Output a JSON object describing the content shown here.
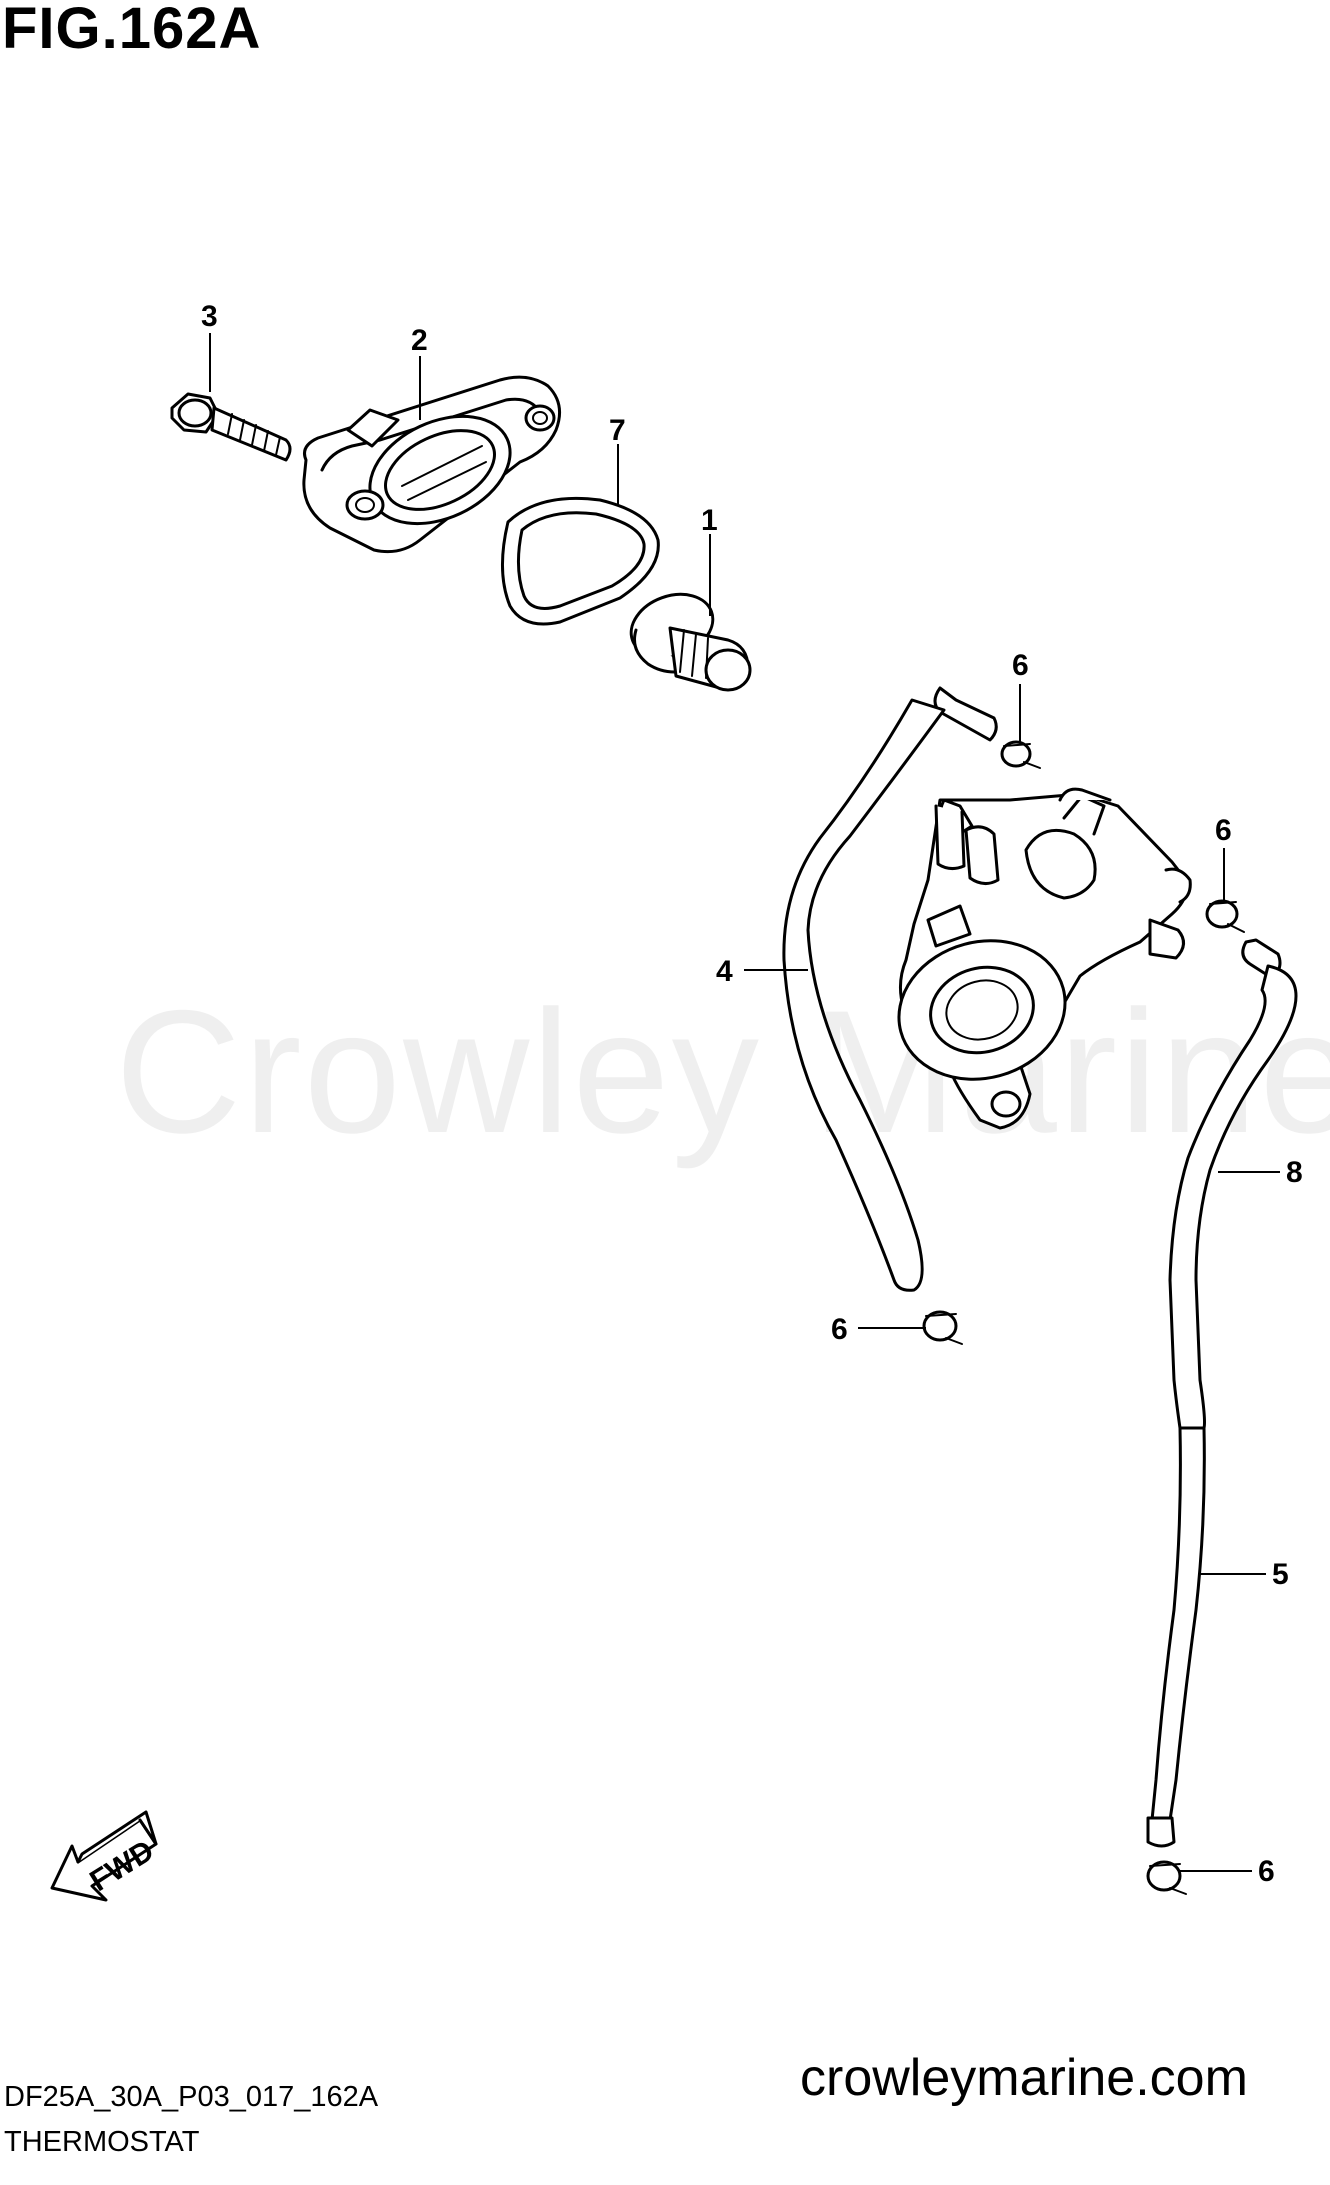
{
  "figure_title": "FIG.162A",
  "watermark": "Crowley Marine",
  "website": "crowleymarine.com",
  "diagram_code": "DF25A_30A_P03_017_162A",
  "section_name": "THERMOSTAT",
  "fwd_label": "FWD",
  "callouts": {
    "c1": "1",
    "c2": "2",
    "c3": "3",
    "c4": "4",
    "c5": "5",
    "c6a": "6",
    "c6b": "6",
    "c6c": "6",
    "c6d": "6",
    "c7": "7",
    "c8": "8"
  },
  "parts": [
    "thermostat",
    "thermostat-cover",
    "bolt",
    "hose",
    "hose",
    "clip",
    "gasket",
    "hose"
  ]
}
